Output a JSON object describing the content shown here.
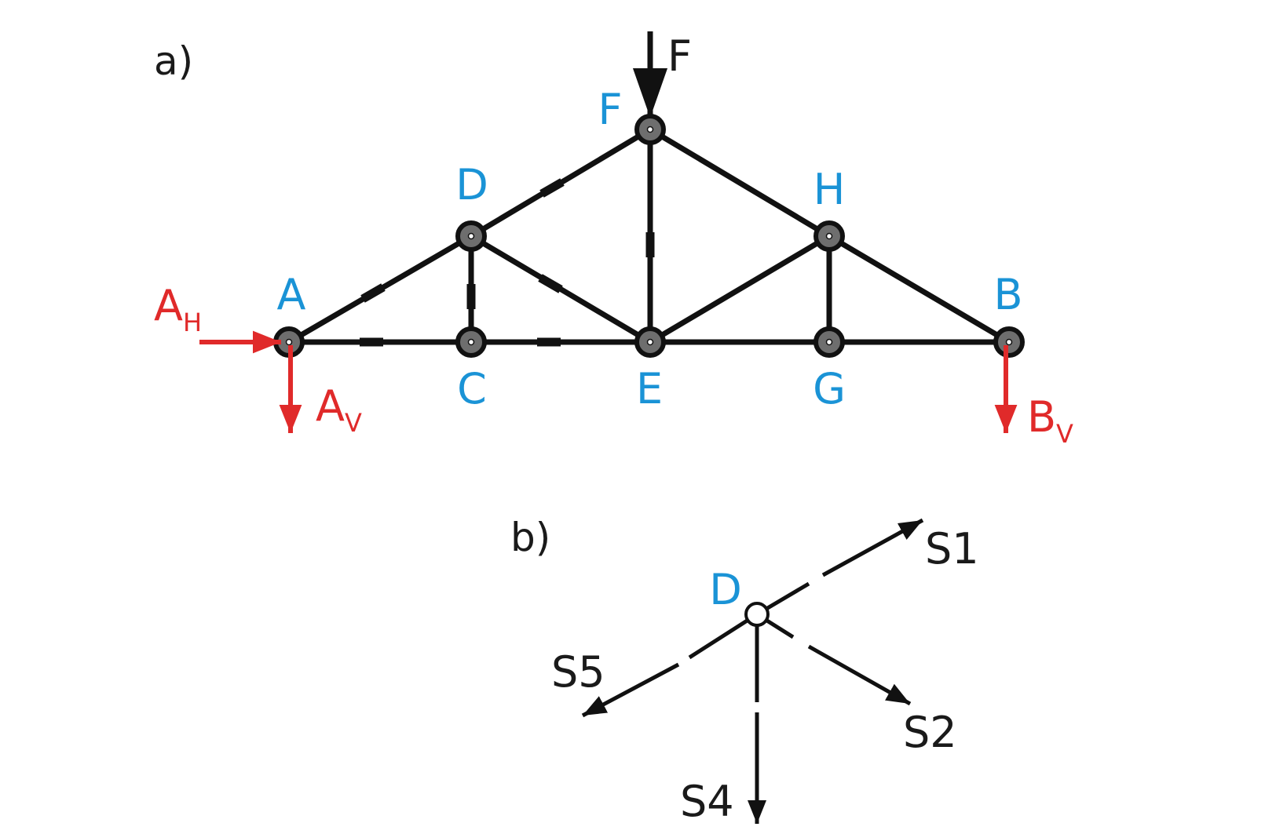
{
  "colors": {
    "member": "#111111",
    "node_label": "#1a93d6",
    "reaction": "#e02a2a",
    "text": "#1a1a1a",
    "node_fill": "#6e6e6e"
  },
  "panel_a": {
    "label": "a)",
    "load_label": "F",
    "nodes": {
      "A": "A",
      "B": "B",
      "C": "C",
      "D": "D",
      "E": "E",
      "F": "F",
      "G": "G",
      "H": "H"
    },
    "reactions": {
      "AH": {
        "main": "A",
        "sub": "H"
      },
      "AV": {
        "main": "A",
        "sub": "V"
      },
      "BV": {
        "main": "B",
        "sub": "V"
      }
    }
  },
  "panel_b": {
    "label": "b)",
    "node": "D",
    "forces": {
      "s1": "S1",
      "s2": "S2",
      "s4": "S4",
      "s5": "S5"
    }
  }
}
